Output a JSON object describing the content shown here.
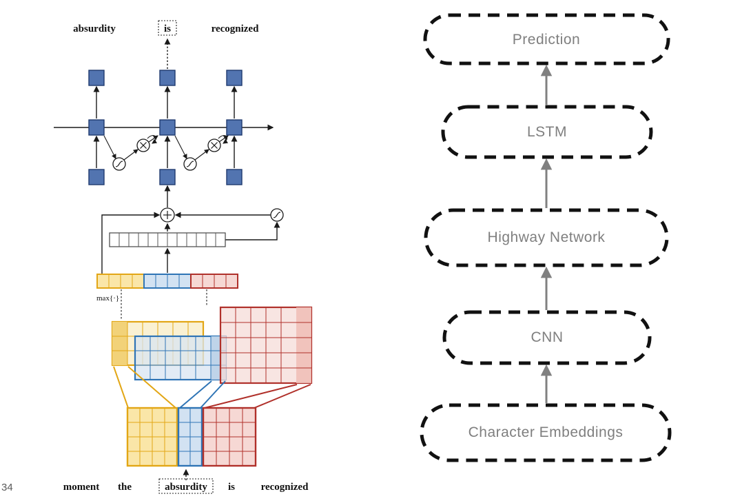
{
  "page_number": "34",
  "left_figure": {
    "top_words": [
      "absurdity",
      "is",
      "recognized"
    ],
    "bottom_words": [
      "moment",
      "the",
      "absurdity",
      "is",
      "recognized"
    ],
    "max_pool_label": "max{·}"
  },
  "right_flow": {
    "boxes": [
      {
        "label": "Prediction"
      },
      {
        "label": "LSTM"
      },
      {
        "label": "Highway Network"
      },
      {
        "label": "CNN"
      },
      {
        "label": "Character Embeddings"
      }
    ]
  },
  "colors": {
    "flow_border": "#111111",
    "flow_text": "#7f7f7f",
    "flow_arrow": "#808080",
    "lstm_cell_blue": "#5274B0",
    "filter_yellow": "#E2A615",
    "filter_blue": "#2E74B5",
    "filter_red": "#B0302A"
  }
}
